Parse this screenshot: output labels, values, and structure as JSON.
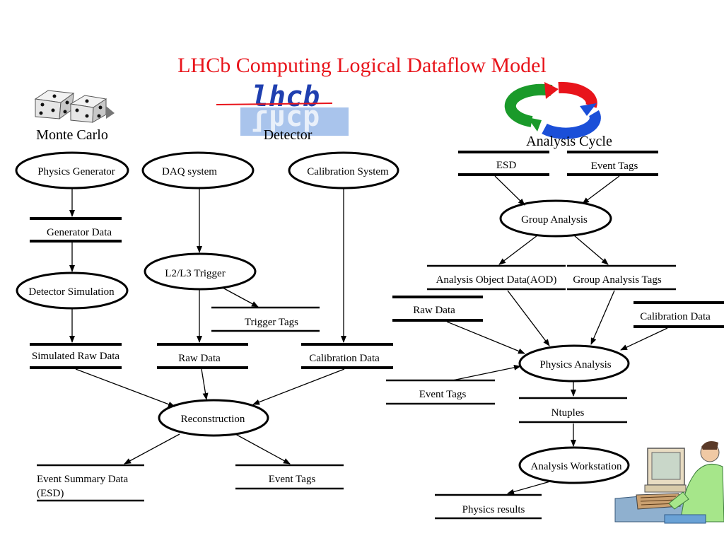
{
  "title": "LHCb Computing Logical Dataflow Model",
  "colors": {
    "title": "#e8141b",
    "ink": "#000000",
    "logo_blue": "#1f3fb0",
    "logo_panel": "#a9c4ec"
  },
  "headers": {
    "monte_carlo": "Monte Carlo",
    "detector": "Detector",
    "analysis_cycle": "Analysis Cycle"
  },
  "logo": {
    "text": "lhcb"
  },
  "processes": {
    "physics_generator": "Physics Generator",
    "daq_system": "DAQ system",
    "calibration_system": "Calibration System",
    "detector_simulation": "Detector Simulation",
    "l2l3_trigger": "L2/L3 Trigger",
    "reconstruction": "Reconstruction",
    "group_analysis": "Group Analysis",
    "physics_analysis": "Physics Analysis",
    "analysis_workstation": "Analysis Workstation"
  },
  "stores": {
    "generator_data": "Generator Data",
    "simulated_raw_data": "Simulated Raw Data",
    "trigger_tags": "Trigger Tags",
    "raw_data_left": "Raw Data",
    "calibration_data_left": "Calibration Data",
    "esd_line1": "Event Summary Data",
    "esd_line2": "(ESD)",
    "event_tags_bottom": "Event Tags",
    "esd_right": "ESD",
    "event_tags_top": "Event Tags",
    "aod": "Analysis Object Data(AOD)",
    "group_analysis_tags": "Group Analysis Tags",
    "raw_data_right": "Raw Data",
    "calibration_data_right": "Calibration Data",
    "event_tags_right": "Event Tags",
    "ntuples": "Ntuples",
    "physics_results": "Physics results"
  },
  "icons": {
    "dice": "dice-icon",
    "cycle": "cycle-arrows-icon",
    "computer_user": "computer-user-icon"
  }
}
